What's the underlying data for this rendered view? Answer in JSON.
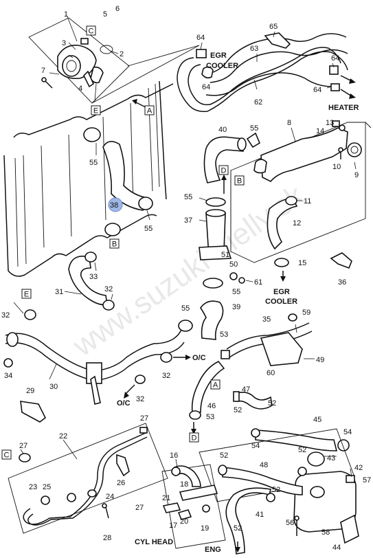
{
  "callouts": [
    "1",
    "2",
    "3",
    "4",
    "5",
    "6",
    "7",
    "8",
    "9",
    "10",
    "11",
    "12",
    "13",
    "14",
    "15",
    "16",
    "17",
    "18",
    "19",
    "20",
    "21",
    "22",
    "23",
    "24",
    "25",
    "26",
    "27",
    "28",
    "29",
    "30",
    "31",
    "32",
    "33",
    "34",
    "35",
    "36",
    "37",
    "38",
    "39",
    "40",
    "41",
    "42",
    "43",
    "44",
    "45",
    "46",
    "47",
    "48",
    "49",
    "50",
    "51",
    "52",
    "53",
    "54",
    "55",
    "56",
    "57",
    "58",
    "59",
    "60",
    "61",
    "62",
    "63",
    "64",
    "65"
  ],
  "connectors": [
    "A",
    "B",
    "C",
    "D",
    "E"
  ],
  "captions": {
    "egr_cooler_top": "EGR\nCOOLER",
    "heater": "HEATER",
    "egr_cooler_mid": "EGR\nCOOLER",
    "oc": "O/C",
    "cyl_head": "CYL HEAD",
    "eng": "ENG"
  },
  "watermark": "www.suzuki-dielly.sk",
  "highlighted_callout": "38",
  "colors": {
    "line": "#111111",
    "highlight": "#9fb7e6"
  }
}
